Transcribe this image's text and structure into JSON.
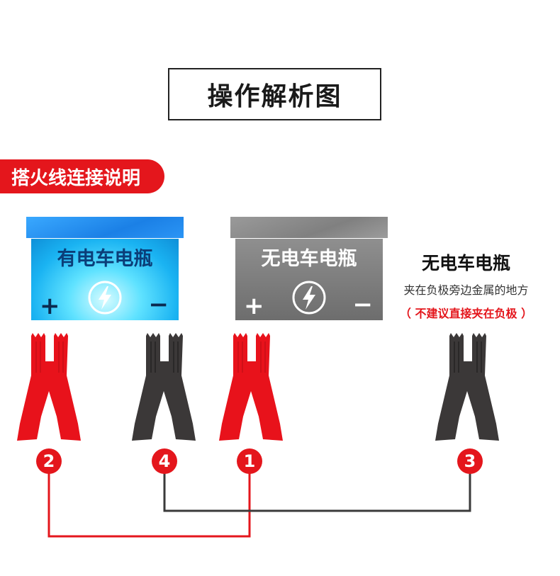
{
  "title": "操作解析图",
  "section_label": "搭火线连接说明",
  "battery_good": {
    "label": "有电车电瓶",
    "plus": "+",
    "minus": "−"
  },
  "battery_dead": {
    "label": "无电车电瓶",
    "plus": "+",
    "minus": "−"
  },
  "dead_ground": {
    "title": "无电车电瓶",
    "subtitle": "夹在负极旁边金属的地方",
    "warning": "（ 不建议直接夹在负极 ）"
  },
  "steps": [
    "2",
    "4",
    "1",
    "3"
  ],
  "colors": {
    "red_wire": "#e4161c",
    "black_wire": "#3a3a3a",
    "red_clamp": "#e8121b",
    "black_clamp": "#3b3838"
  }
}
